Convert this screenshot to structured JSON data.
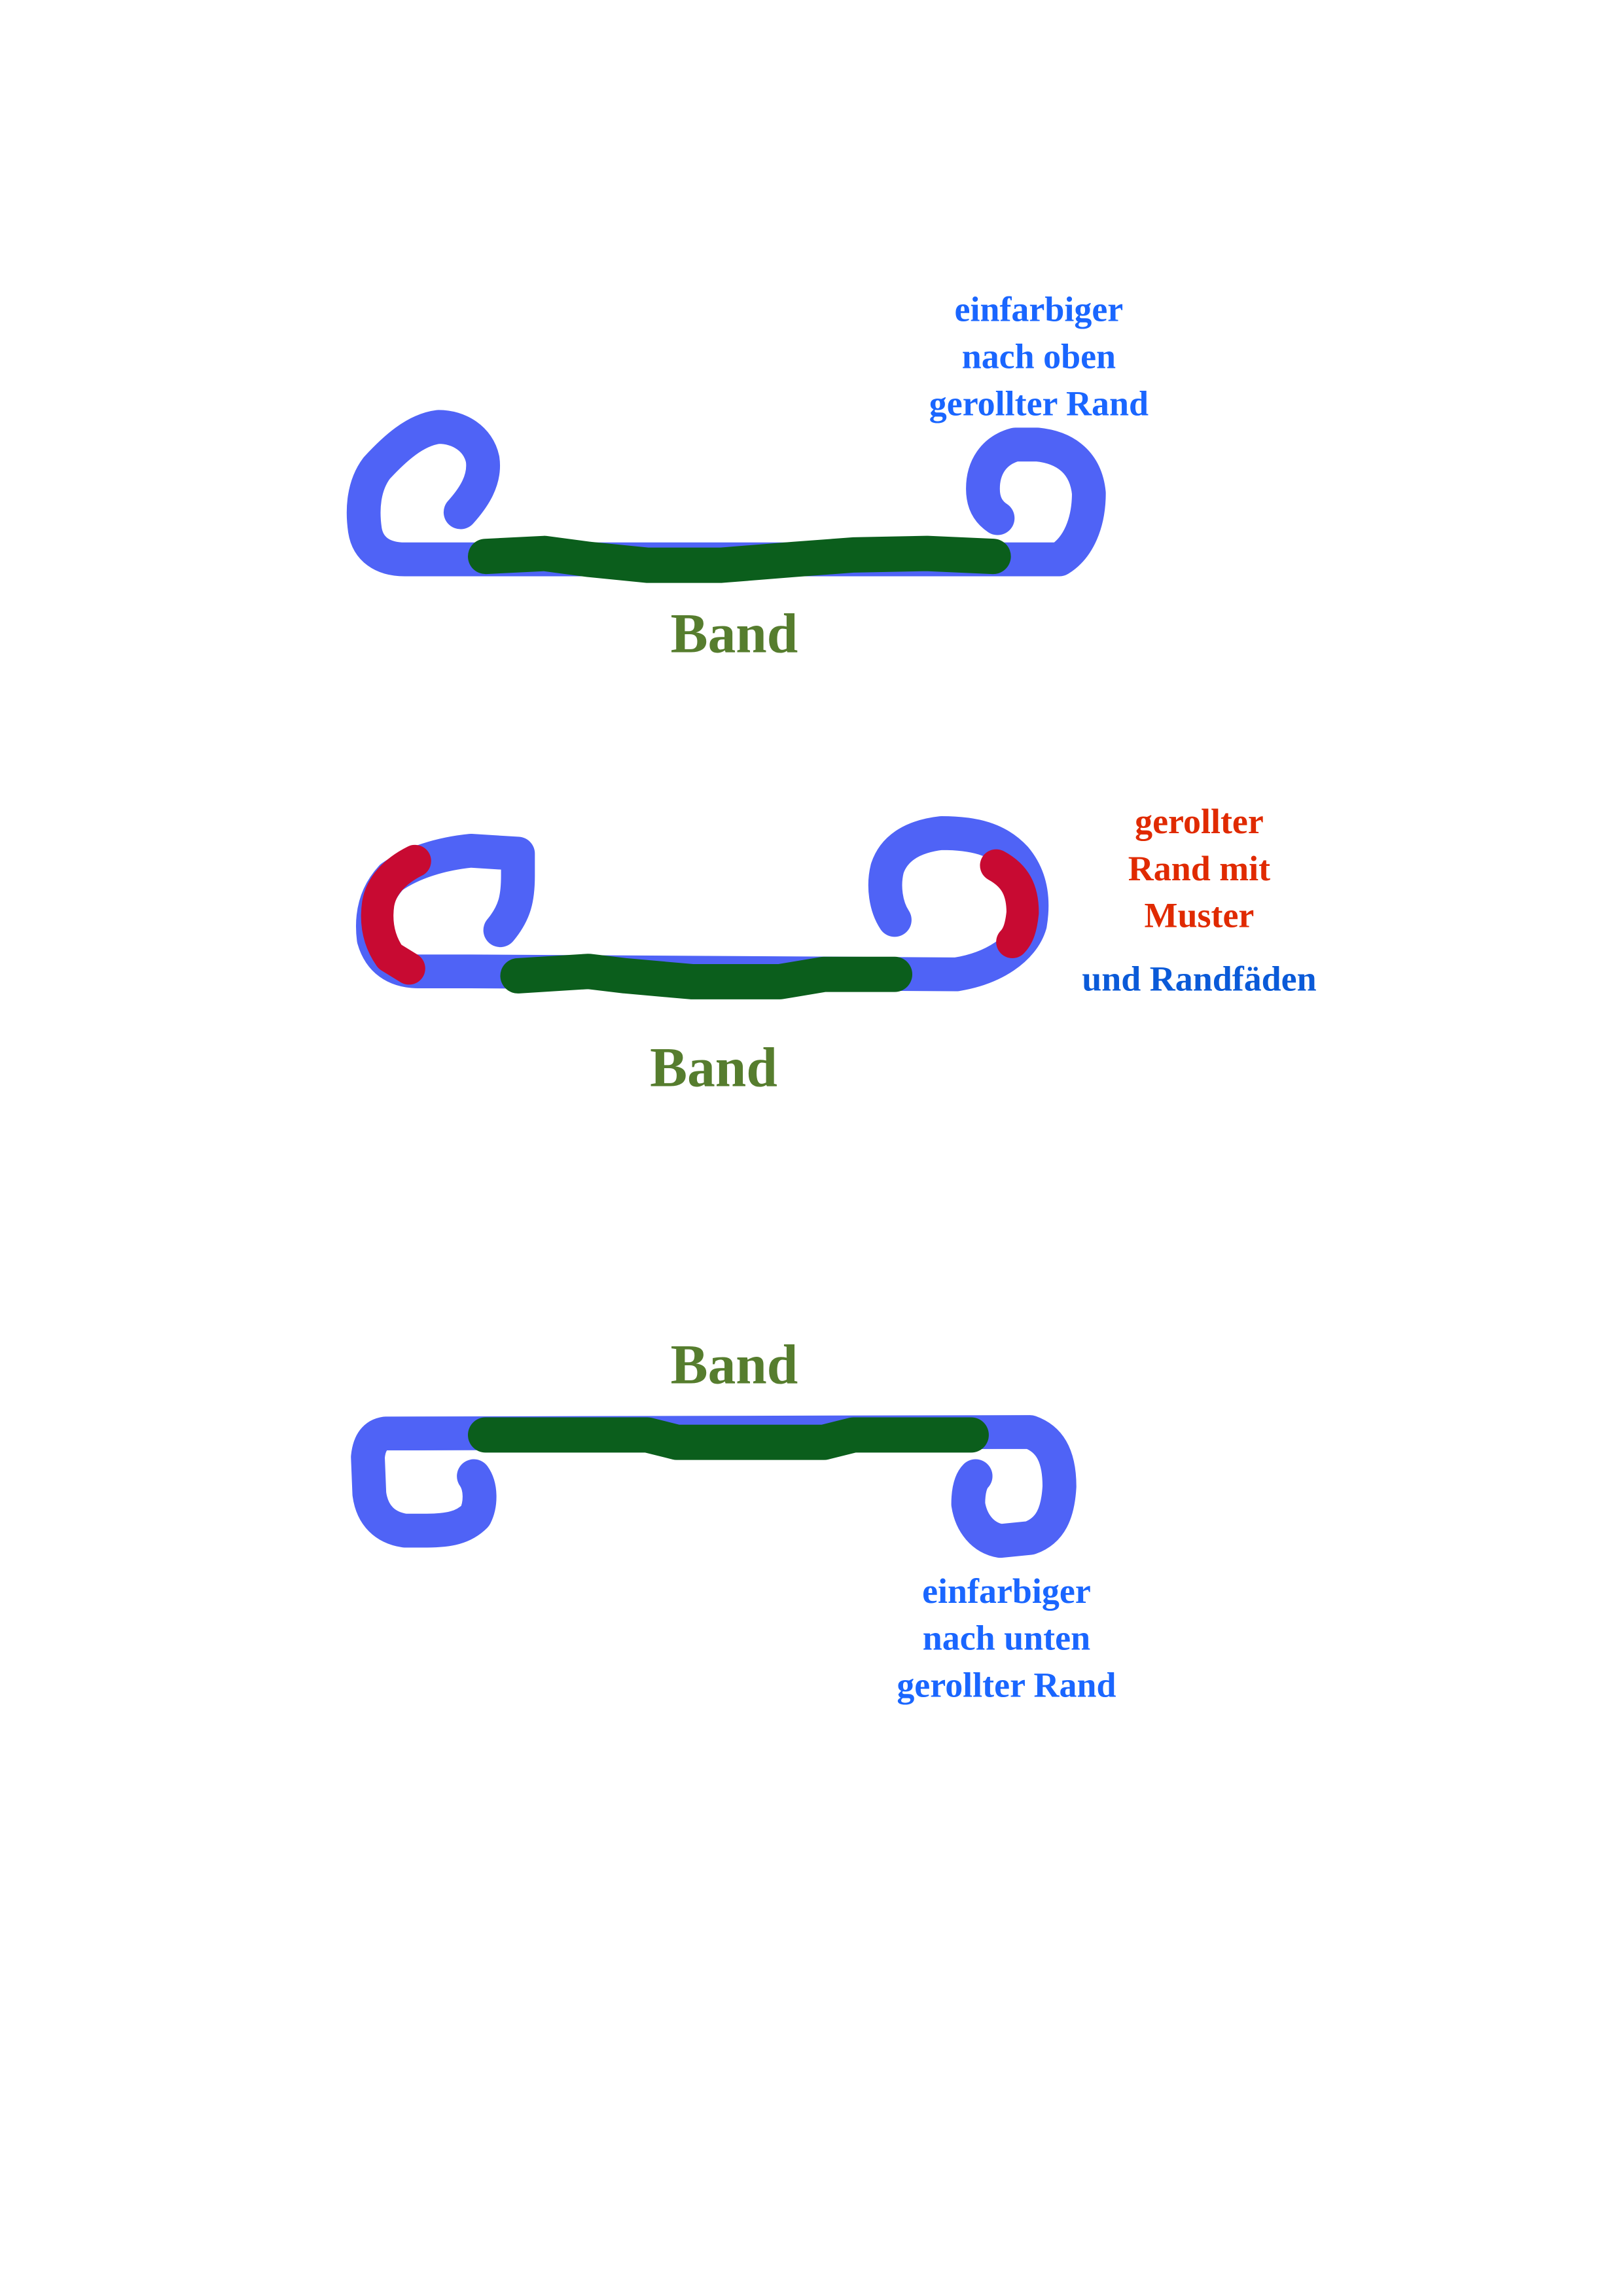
{
  "colors": {
    "edge_blue": "#4f63f6",
    "band_green": "#0b5e1c",
    "pattern_red": "#c80a32",
    "label_blue": "#1a66ff",
    "label_blue_dark": "#0a5ad8",
    "label_red": "#e02a00",
    "label_green": "#567d2e"
  },
  "diagram1": {
    "label_lines": [
      "einfarbiger",
      "nach oben",
      "gerollter Rand"
    ],
    "band_label": "Band"
  },
  "diagram2": {
    "label_lines": [
      "gerollter",
      "Rand mit",
      "Muster"
    ],
    "label_extra": "und Randfäden",
    "band_label": "Band"
  },
  "diagram3": {
    "label_lines": [
      "einfarbiger",
      "nach unten",
      "gerollter Rand"
    ],
    "band_label": "Band"
  }
}
